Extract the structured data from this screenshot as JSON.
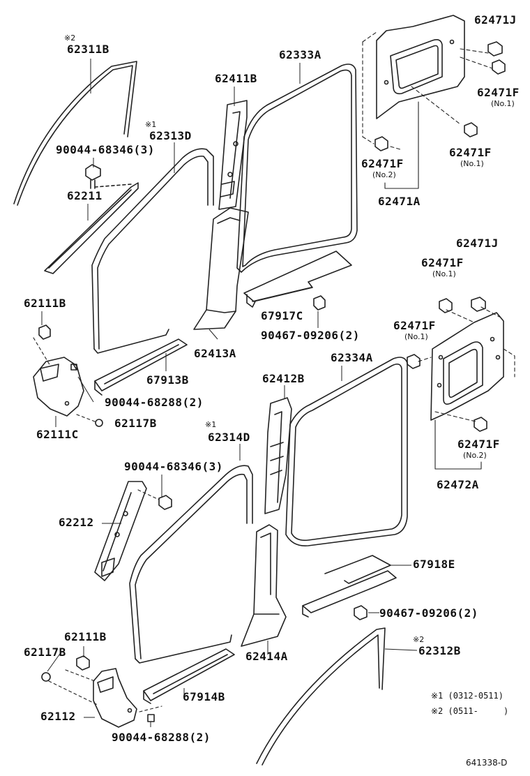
{
  "parts": {
    "p62311B": "62311B",
    "p62311B_mark": "※2",
    "p90044_68346_a": "90044-68346(3)",
    "p62211": "62211",
    "p62313D": "62313D",
    "p62313D_mark": "※1",
    "p62411B": "62411B",
    "p62333A": "62333A",
    "p62471J_a": "62471J",
    "p62471F_a": "62471F",
    "p62471F_a_sub": "(No.1)",
    "p62471F_b": "62471F",
    "p62471F_b_sub": "(No.1)",
    "p62471F_c": "62471F",
    "p62471F_c_sub": "(No.2)",
    "p62471A": "62471A",
    "p62111B_a": "62111B",
    "p67917C": "67917C",
    "p90467_09206_a": "90467-09206(2)",
    "p62413A": "62413A",
    "p67913B": "67913B",
    "p90044_68288_a": "90044-68288(2)",
    "p62111C": "62111C",
    "p62117B_a": "62117B",
    "p62471J_b": "62471J",
    "p62471F_d": "62471F",
    "p62471F_d_sub": "(No.1)",
    "p62471F_e": "62471F",
    "p62471F_e_sub": "(No.1)",
    "p62471F_f": "62471F",
    "p62471F_f_sub": "(No.2)",
    "p62472A": "62472A",
    "p62334A": "62334A",
    "p62412B": "62412B",
    "p62314D": "62314D",
    "p62314D_mark": "※1",
    "p90044_68346_b": "90044-68346(3)",
    "p62212": "62212",
    "p67918E": "67918E",
    "p90467_09206_b": "90467-09206(2)",
    "p62414A": "62414A",
    "p62312B": "62312B",
    "p62312B_mark": "※2",
    "p62111B_b": "62111B",
    "p62117B_b": "62117B",
    "p67914B": "67914B",
    "p62112": "62112",
    "p90044_68288_b": "90044-68288(2)"
  },
  "notes": {
    "note1": "※1 (0312-0511)",
    "note2": "※2 (0511-     )"
  },
  "reference": "641338-D"
}
